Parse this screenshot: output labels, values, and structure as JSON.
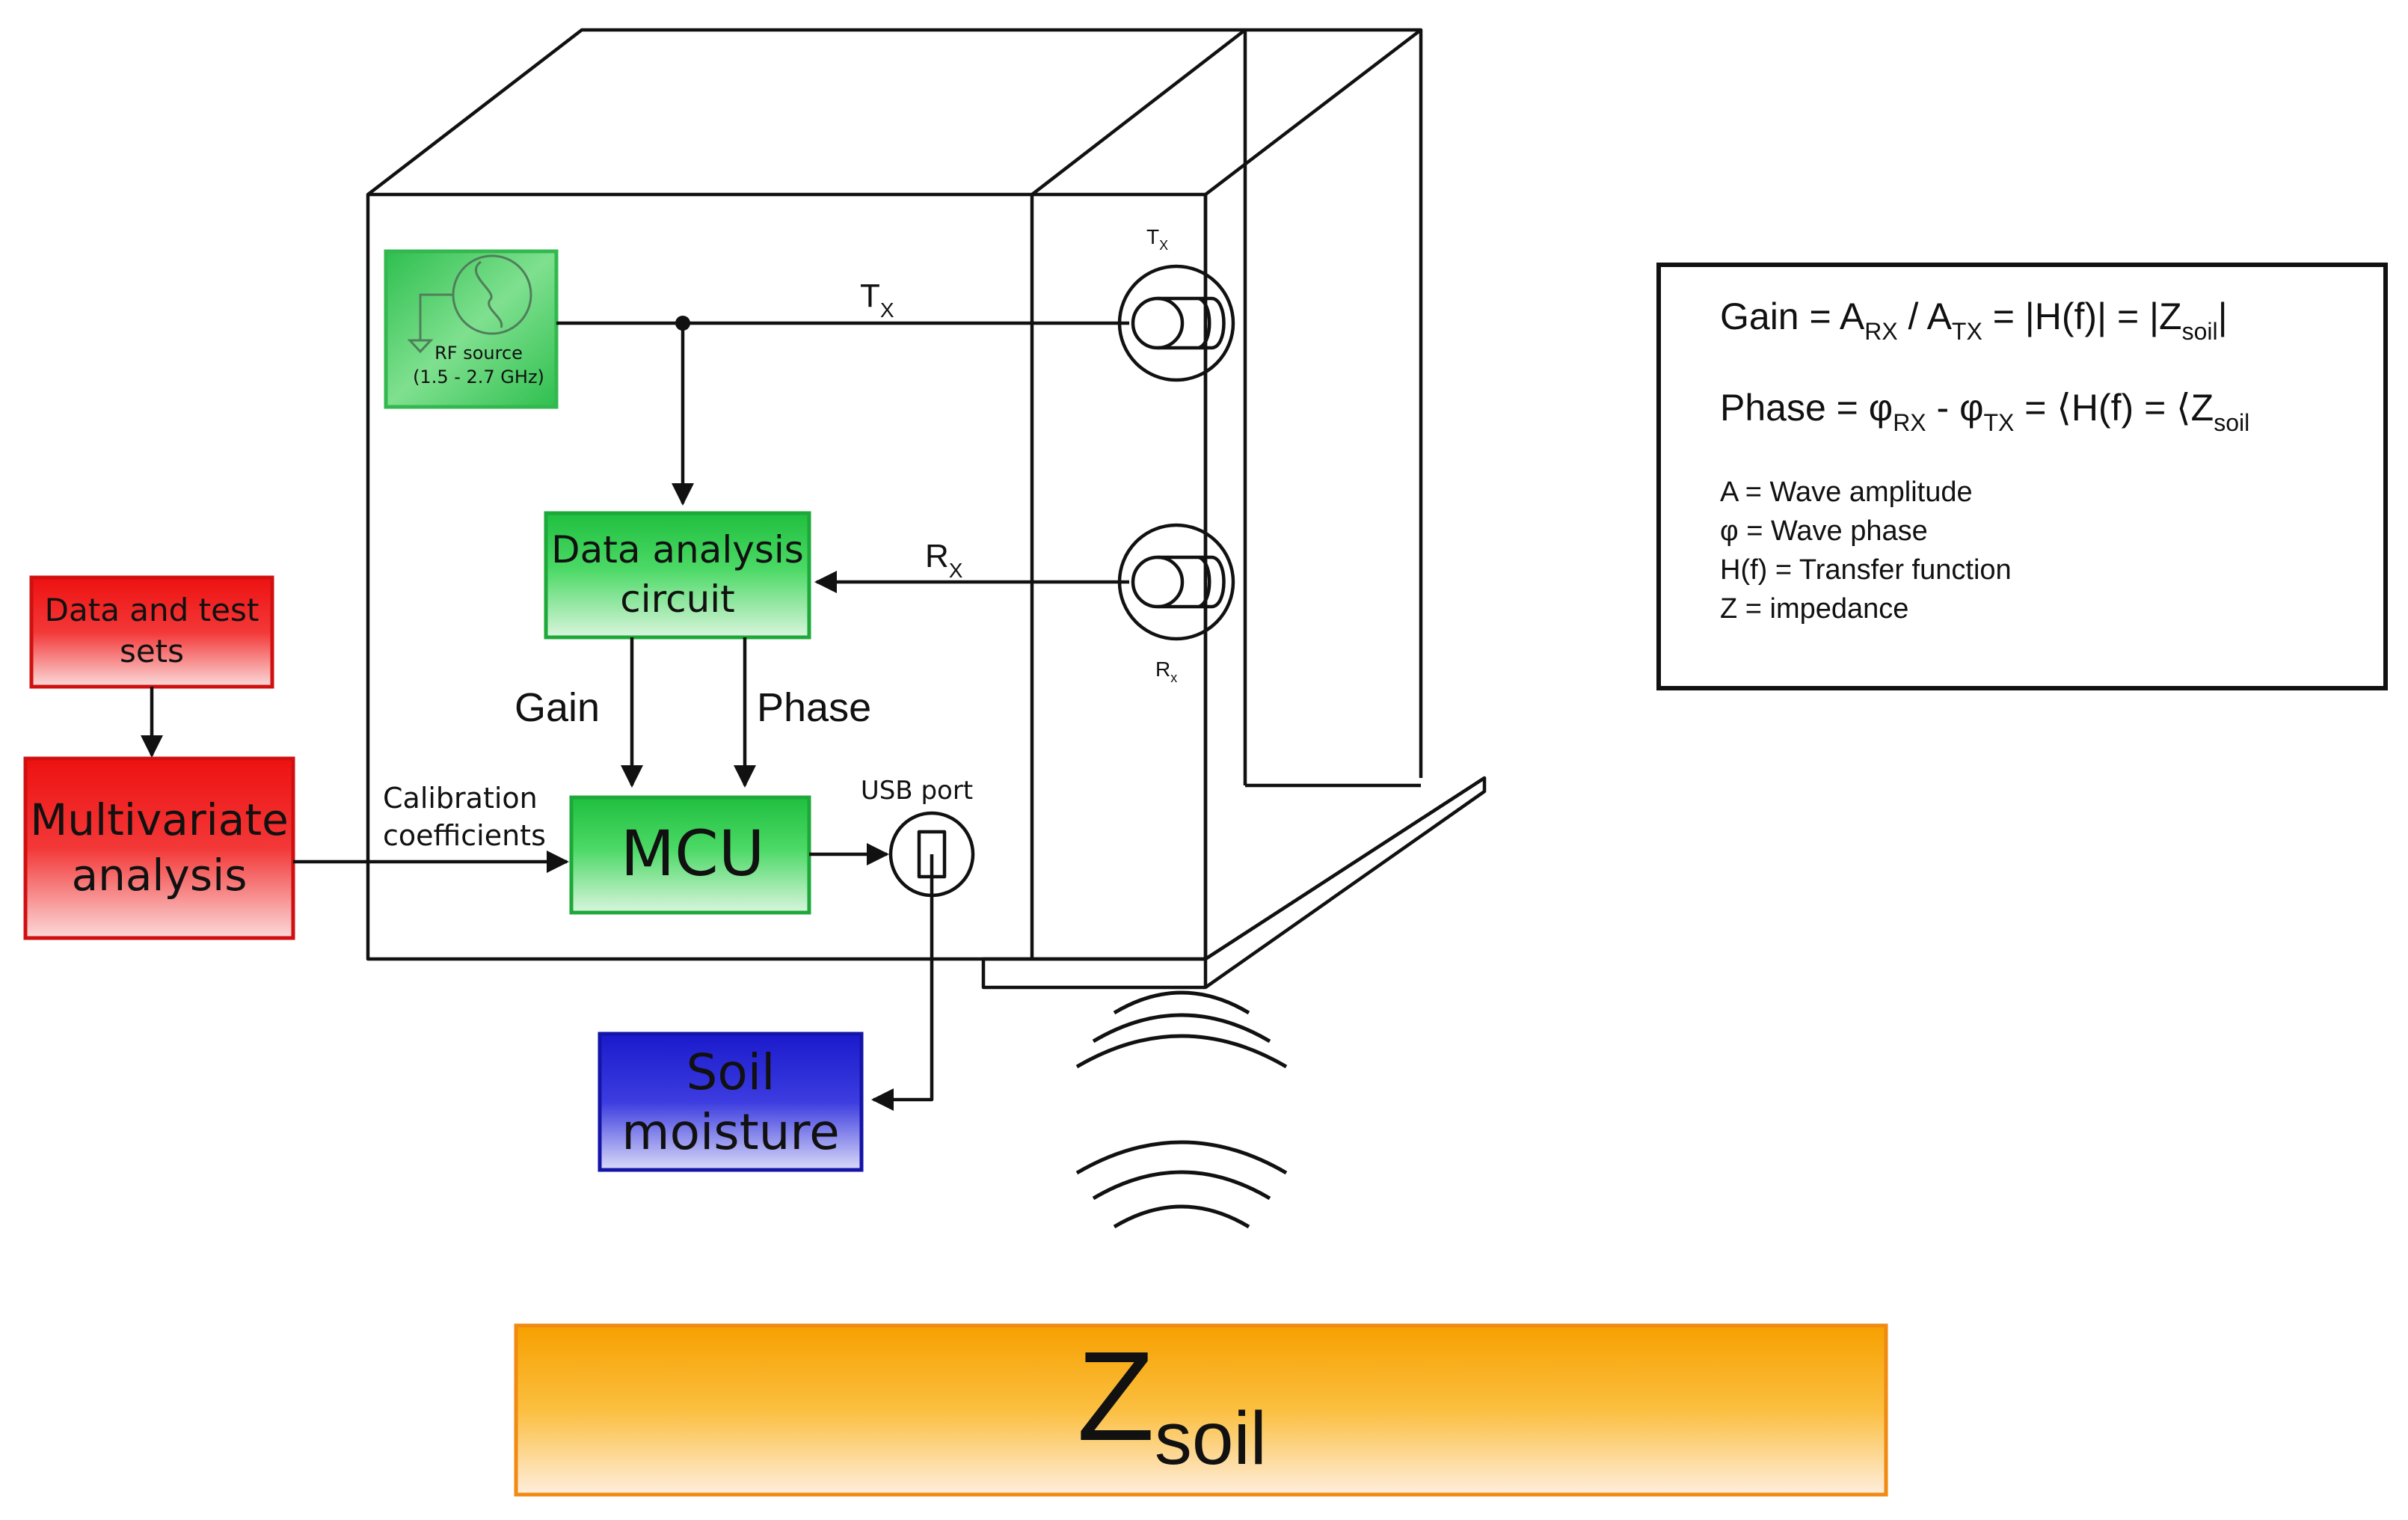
{
  "colors": {
    "rf_fill": "#55d46e",
    "green_fill": "#33cc55",
    "red_fill": "#f01e1e",
    "blue_fill": "#2222cc",
    "orange_fill": "#fa9a1a",
    "line": "#111111"
  },
  "device": {
    "rf_source": {
      "line1": "RF source",
      "line2": "(1.5 - 2.7 GHz)",
      "icon": "sine-source-icon"
    },
    "tx_signal": {
      "base": "T",
      "sub": "X"
    },
    "rx_signal": {
      "base": "R",
      "sub": "X"
    },
    "tx_antenna": {
      "base": "T",
      "sub": "X"
    },
    "rx_antenna": {
      "base": "R",
      "sub": "x"
    },
    "data_analysis": {
      "line1": "Data analysis",
      "line2": "circuit"
    },
    "gain_label": "Gain",
    "phase_label": "Phase",
    "mcu_label": "MCU",
    "calibration": {
      "line1": "Calibration",
      "line2": "coefficients"
    },
    "usb_port_label": "USB port"
  },
  "external": {
    "data_test_sets": {
      "line1": "Data and test",
      "line2": "sets"
    },
    "multivariate": {
      "line1": "Multivariate",
      "line2": "analysis"
    },
    "soil_moisture": {
      "line1": "Soil",
      "line2": "moisture"
    }
  },
  "soil_bar": {
    "base": "Z",
    "sub": "soil"
  },
  "formula_box": {
    "gain": {
      "a": "Gain = A",
      "a_sub": "RX",
      "b": " / A",
      "b_sub": "TX",
      "c": " = |H(f)| = |Z",
      "c_sub": "soil",
      "d": "|"
    },
    "phase": {
      "a": "Phase =  φ",
      "a_sub": "RX",
      "b": " - φ",
      "b_sub": "TX",
      "c": " = ⟨H(f) = ⟨Z",
      "c_sub": "soil"
    },
    "legend": [
      "A = Wave amplitude",
      "φ = Wave phase",
      "H(f) = Transfer function",
      "Z = impedance"
    ]
  }
}
